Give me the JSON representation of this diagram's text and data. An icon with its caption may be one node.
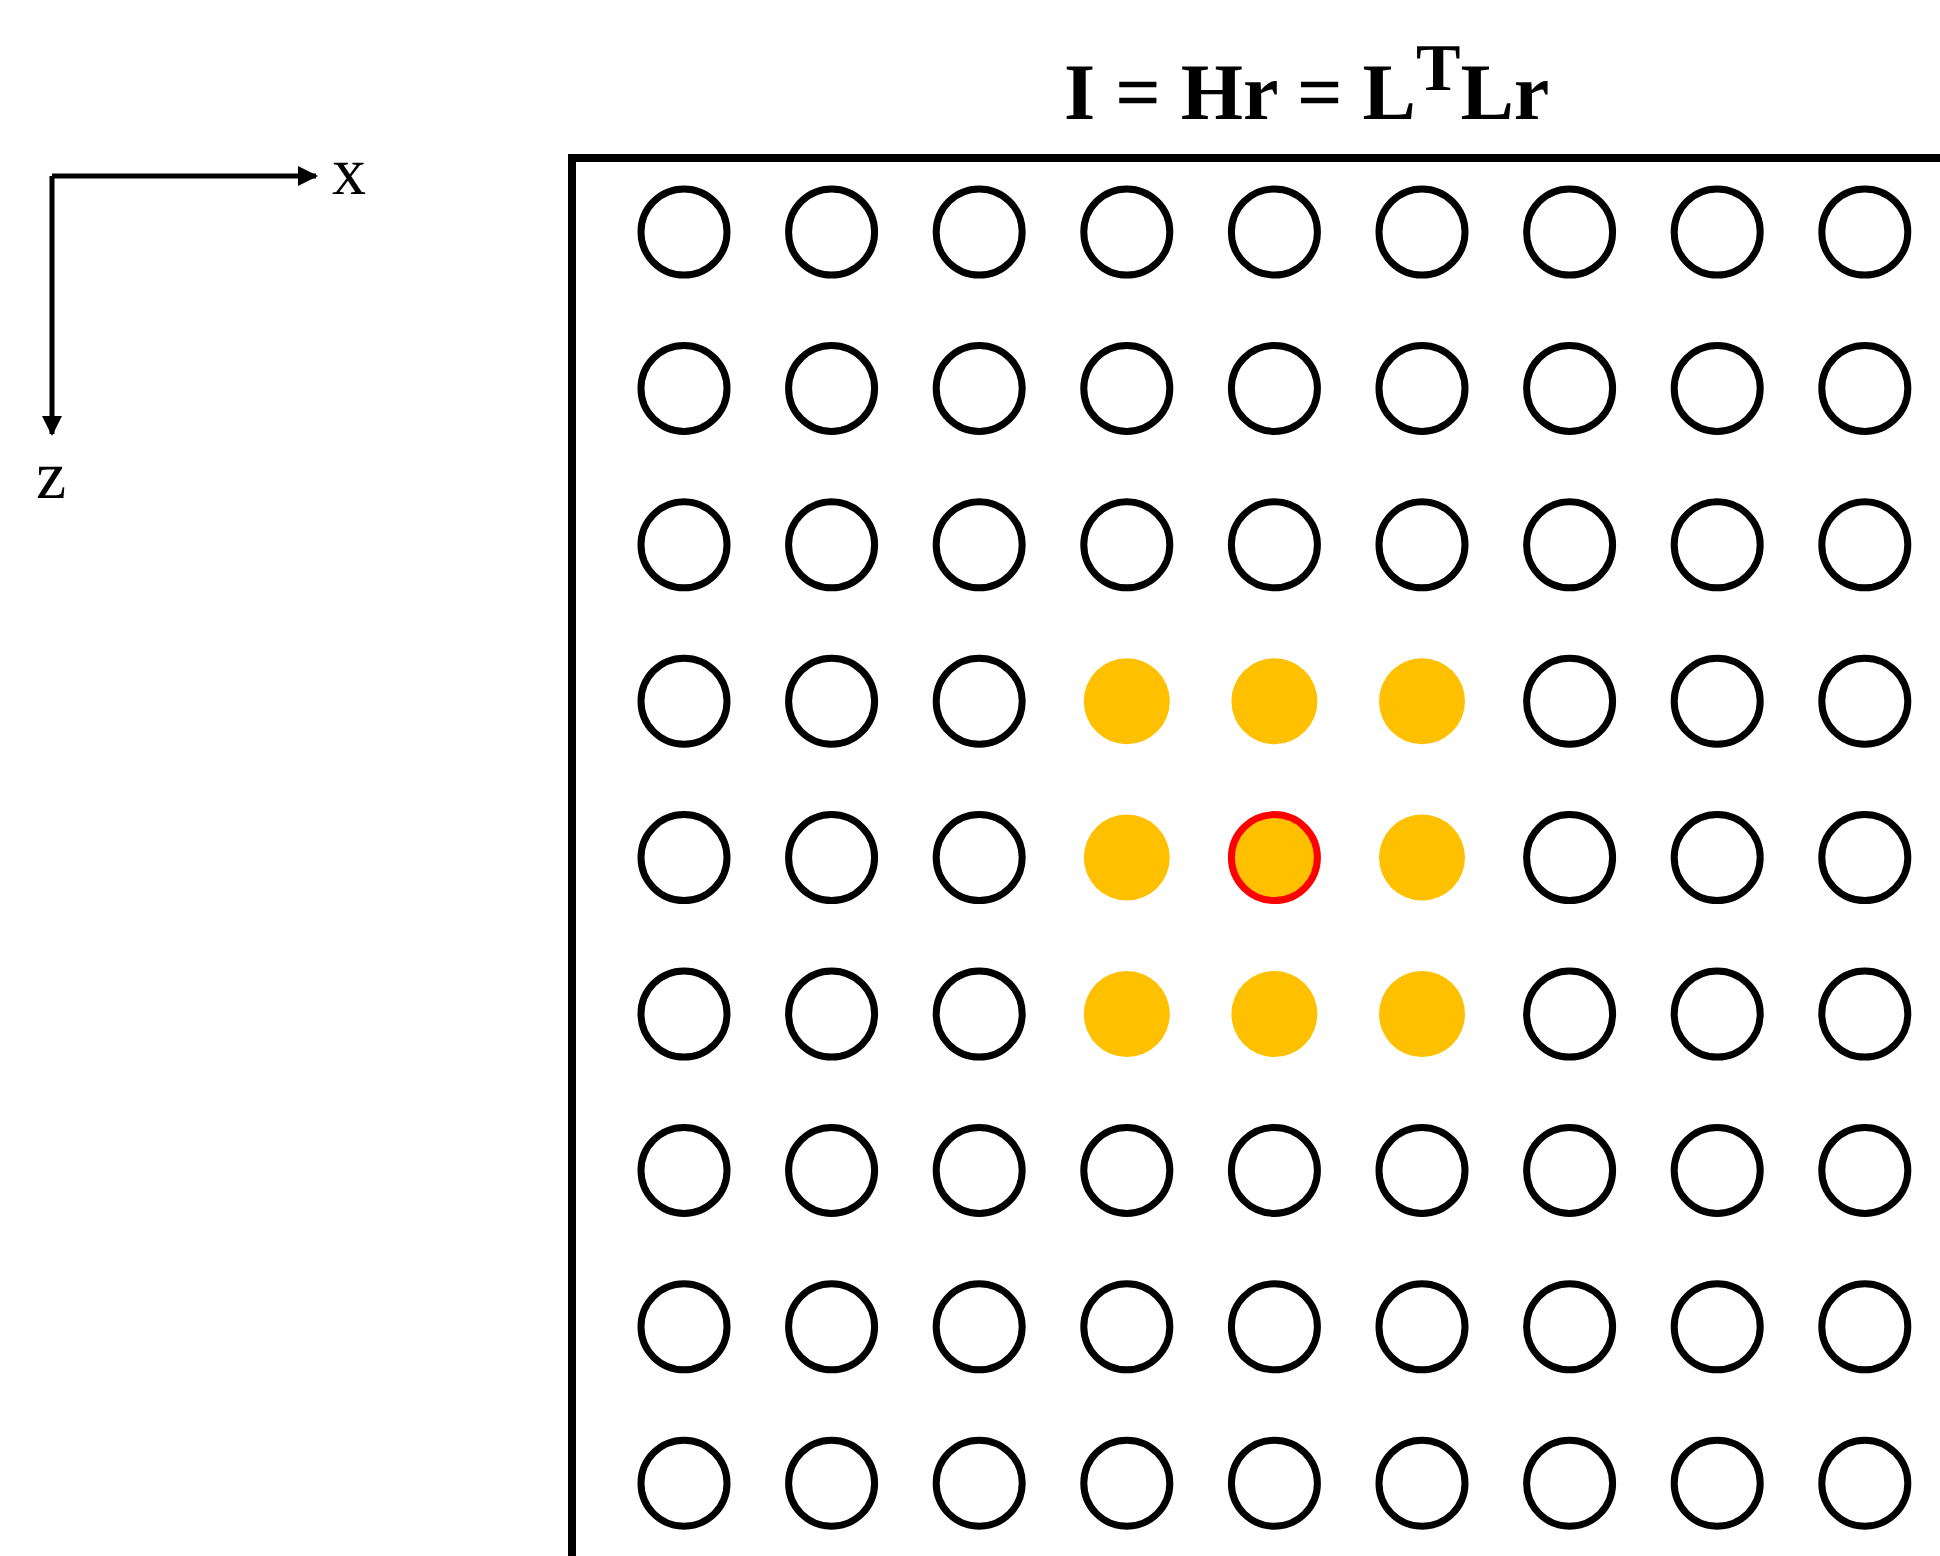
{
  "diagram": {
    "title": "I = Hr = L$^{T}$Lr",
    "labels": [
      "x",
      "z"
    ]
  }
}
